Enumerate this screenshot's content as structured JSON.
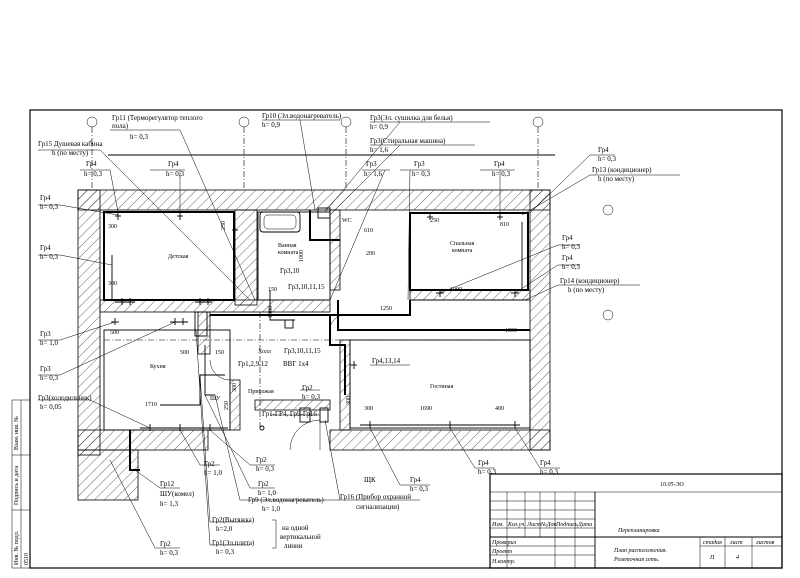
{
  "rooms": {
    "detskaya": "Детская",
    "vannaya_1": "Ванная",
    "vannaya_2": "комната",
    "spalnaya_1": "Спальная",
    "spalnaya_2": "комната",
    "kuhnya": "Кухня",
    "holl": "Холл",
    "prihozhaya": "Прихожая",
    "gostinaya": "Гостиная",
    "wc": "WC"
  },
  "callouts": {
    "gr11_a": "Гр11 (Терморегулятор теплого",
    "gr11_b": "пола)",
    "gr11_h": "h= 0,3",
    "gr15_a": "Гр15 Душевая кабина",
    "gr15_h": "h (по месту)",
    "gr10": "Гр10 (Эл.водонагреватель)",
    "gr10_h": "h= 0,9",
    "gr3_dry": "Гр3(Эл. сушилка для белья)",
    "gr3_dry_h": "h= 0,9",
    "gr3_wash": "Гр3(Стиральная машина)",
    "gr3_wash_h": "h= 1,6",
    "gr4_top1": "Гр4",
    "gr4_top1_h": "h= 0,3",
    "gr4_top2": "Гр4",
    "gr4_top2_h": "h= 0,3",
    "gr3_top1": "Гр3",
    "gr3_top1_h": "h= 1,6",
    "gr3_top2": "Гр3",
    "gr3_top2_h": "h= 0,3",
    "gr4_top3": "Гр4",
    "gr4_top3_h": "h= 0,3",
    "gr4_right1": "Гр4",
    "gr4_right1_h": "h= 0,3",
    "gr13": "Гр13 (кондиционер)",
    "gr13_h": "h (по месту)",
    "gr4_left1": "Гр4",
    "gr4_left1_h": "h= 0,3",
    "gr4_left2": "Гр4",
    "gr4_left2_h": "h= 0,3",
    "gr4_rmid1": "Гр4",
    "gr4_rmid1_h": "h= 0,3",
    "gr4_rmid2": "Гр4",
    "gr4_rmid2_h": "h= 0,3",
    "gr14": "Гр14 (кондиционер)",
    "gr14_h": "h (по месту)",
    "gr3_left1": "Гр3",
    "gr3_left1_h": "h= 1,0",
    "gr3_left2": "Гр3",
    "gr3_left2_h": "h= 0,3",
    "gr3_fridge": "Гр3(холодильник)",
    "gr3_fridge_h": "h= 0,05",
    "gr3_10": "Гр3,10",
    "gr3_10_11_15": "Гр3,10,11,15",
    "gr3_10_11_15_b": "Гр3,10,11,15",
    "gr1_2_9_12": "Гр1,2,9,12",
    "vvg": "ВВГ 1х4",
    "gr4_13_14": "Гр4,13,14",
    "gr2_mid": "Гр2",
    "gr2_mid_h": "h= 0,3",
    "gr1_gr4": "Гр1-ГР4,  Гр9-Гр16",
    "shu_mark": "ШУ",
    "gr2_b1": "Гр2",
    "gr2_b1_h": "h= 0,3",
    "gr2_b2": "Гр2",
    "gr2_b2_h": "h= 1,0",
    "gr2_b3": "Гр2",
    "gr2_b3_h": "h= 1,0",
    "gr9": "Гр9 (Эл.водонагреватель)",
    "gr9_h": "h= 1,0",
    "gr12": "Гр12",
    "gr12_b": "ШУ(комел)",
    "gr12_h": "h= 1,3",
    "gr2_vyt": "Гр2(Вытяжка)",
    "gr2_vyt_h": "h=2,0",
    "gr1_plate": "Гр1(Эл.плита)",
    "gr1_plate_h": "h= 0,3",
    "one_line_a": "на одной",
    "one_line_b": "вертикальной",
    "one_line_c": "линии",
    "gr2_bot": "Гр2",
    "gr2_bot_h": "h= 0,3",
    "shchk": "ЩК",
    "gr16_a": "Гр16 (Прибор охранной",
    "gr16_b": "сигнализации)",
    "gr4_br1": "Гр4",
    "gr4_br1_h": "h= 0,3",
    "gr4_br2": "Гр4",
    "gr4_br2_h": "h= 0,3",
    "gr4_br3": "Гр4",
    "gr4_br3_h": "h= 0,3"
  },
  "dims": {
    "d300_a": "300",
    "d250_a": "250",
    "d810_a": "610",
    "d200_a": "200",
    "d250_b": "250",
    "d810_b": "810",
    "d1000_a": "1000",
    "d300_b": "300",
    "d150_a": "150",
    "d1000_b": "1000",
    "d1000_c": "1000",
    "d1250": "1250",
    "d1500": "1500",
    "d500_a": "500",
    "d500_b": "500",
    "d150_b": "150",
    "d1710": "1710",
    "d250_c": "250",
    "d300_c": "300",
    "d300_d": "300",
    "d1690": "1690",
    "d400": "400",
    "d300_e": "300"
  },
  "stamp": {
    "code": "10.05-ЭО",
    "h_izm": "Изм.",
    "h_kol": "Кол.уч",
    "h_list": "Лист",
    "h_doc": "№Док",
    "h_podp": "Подпись",
    "h_data": "Дата",
    "r_prover": "Проверил",
    "r_proekt": "Проект",
    "r_nkontr": "Н.контр.",
    "title": "Перепланировка",
    "stage_h": "стадия",
    "list_h": "лист",
    "listov_h": "листов",
    "stage_v": "П",
    "list_v": "4",
    "sheet_a": "План расположения.",
    "sheet_b": "Розеточная сеть."
  },
  "side": {
    "inv_pod": "Инв. № подл.",
    "podp": "Подпись и дата",
    "vzam": "Взам. инв. №",
    "num": "0510"
  }
}
